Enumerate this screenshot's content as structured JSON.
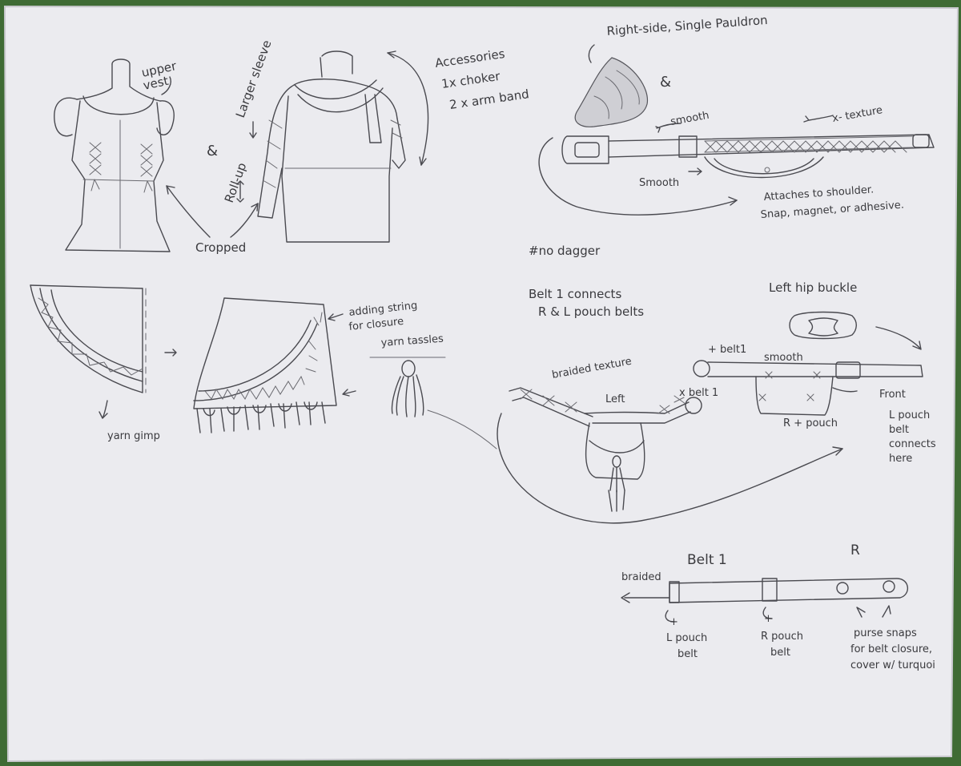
{
  "labels": {
    "upper_vest": [
      "upper",
      "vest"
    ],
    "ampersand_1": "&",
    "larger_sleeve": "Larger sleeve",
    "roll_up": "Roll-up",
    "cropped": "Cropped",
    "accessories": [
      "Accessories",
      "1x choker",
      "2 x arm band"
    ],
    "pauldron_title": "Right-side, Single Pauldron",
    "ampersand_2": "&",
    "smooth_top": "smooth",
    "x_texture": "x- texture",
    "smooth_bottom": "Smooth",
    "attaches": [
      "Attaches to shoulder.",
      "Snap, magnet, or adhesive."
    ],
    "no_dagger": "#no dagger",
    "adding_string": [
      "adding string",
      "for closure"
    ],
    "yarn_tassles": "yarn tassles",
    "yarn_gimp": "yarn gimp",
    "belt1_connects": [
      "Belt 1 connects",
      "R & L pouch belts"
    ],
    "left_hip_buckle": "Left  hip buckle",
    "plus_belt1_top": "+ belt1",
    "smooth_mid": "smooth",
    "braided_texture": "braided texture",
    "left": "Left",
    "x_belt1": "x belt 1",
    "front": "Front",
    "r_pouch": "R + pouch",
    "l_pouch_connects": [
      "L pouch",
      "belt",
      "connects",
      "here"
    ],
    "belt1_title": "Belt 1",
    "r_marker": "R",
    "braided": "braided",
    "l_pouch_belt": [
      "L pouch",
      "belt"
    ],
    "r_pouch_belt": [
      "R pouch",
      "belt"
    ],
    "purse_snaps": [
      "purse snaps",
      "for belt closure,",
      "cover w/ turquoi"
    ]
  },
  "colors": {
    "paper": "#ebebef",
    "ink": "#4a4a50",
    "background": "#3f6b34"
  }
}
